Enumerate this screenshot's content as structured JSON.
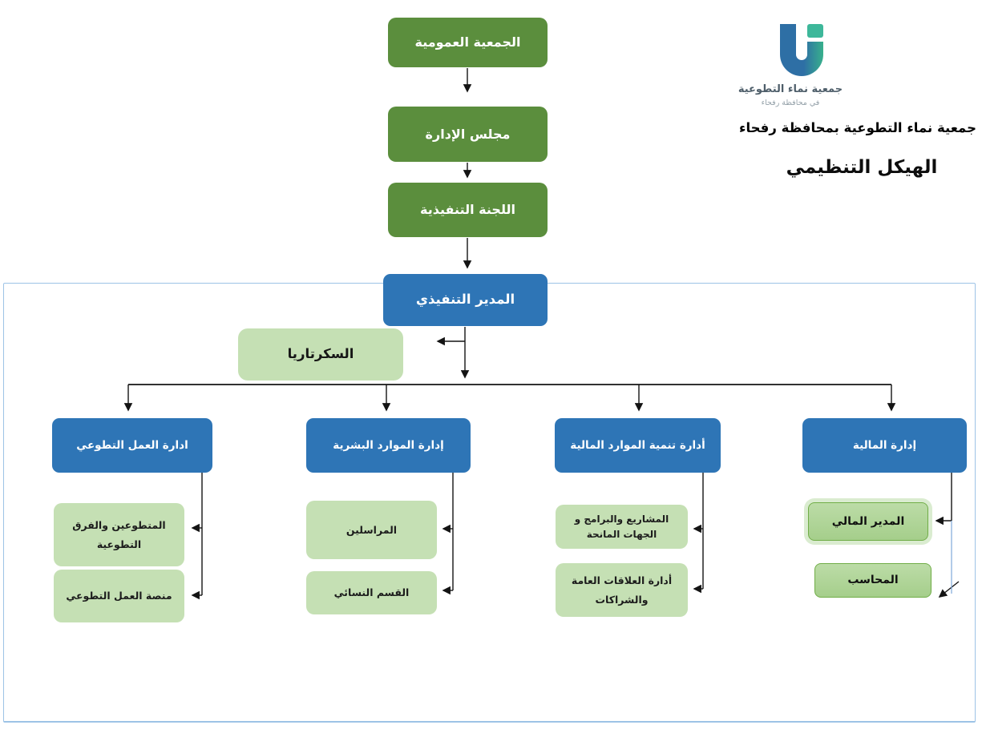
{
  "branding": {
    "logo_title": "جمعية نماء التطوعية",
    "logo_subtitle": "في محافظة رفحاء",
    "org_name": "جمعية نماء التطوعية بمحافظة رفحاء",
    "page_title": "الهيكل التنظيمي"
  },
  "colors": {
    "dark_green_box": "#5b8e3d",
    "blue_box": "#2e75b6",
    "light_green_box": "#c5e0b4",
    "medium_green_box": "#a9d18e",
    "medium_green_border": "#70ad47",
    "frame_border": "#9dc3e6",
    "connector_black": "#141414",
    "connector_blue": "#7fa8d9",
    "logo_blue": "#2e6fa5",
    "logo_teal": "#38b08c"
  },
  "icons": {
    "logo": "u-shape-logo"
  },
  "org_chart": {
    "top_chain": [
      "الجمعية العمومية",
      "مجلس الإدارة",
      "اللجنة التنفيذية"
    ],
    "executive_director": "المدير التنفيذي",
    "secretariat": "السكرتاريا",
    "departments": [
      {
        "label": "ادارة العمل التطوعي",
        "units": [
          "المتطوعين والفرق التطوعية",
          "منصة العمل التطوعي"
        ]
      },
      {
        "label": "إدارة الموارد البشرية",
        "units": [
          "المراسلين",
          "القسم النسائي"
        ]
      },
      {
        "label": "أدارة تنمية الموارد المالية",
        "units": [
          "المشاريع والبرامج و الجهات المانحة",
          "أدارة العلاقات العامة والشراكات"
        ]
      },
      {
        "label": "إدارة المالية",
        "units": [
          "المدير المالي",
          "المحاسب"
        ]
      }
    ]
  }
}
